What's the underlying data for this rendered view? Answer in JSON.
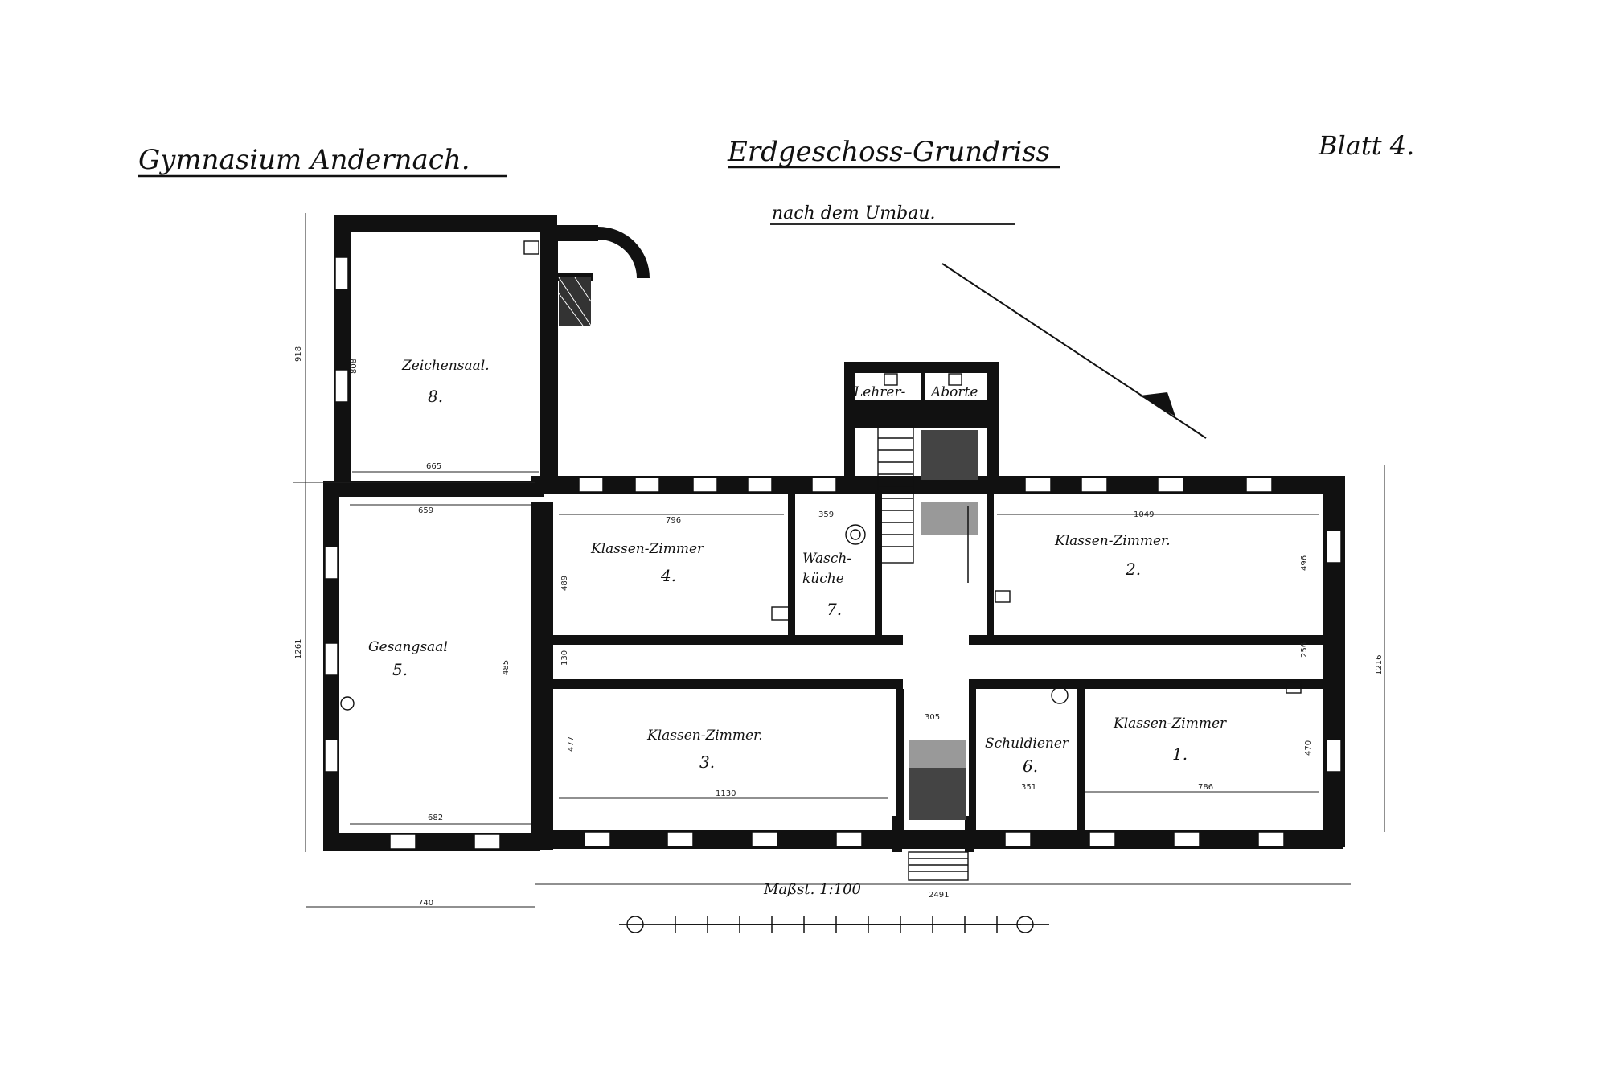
{
  "header": {
    "school": "Gymnasium Andernach.",
    "title": "Erdgeschoss-Grundriss",
    "subtitle": "nach dem Umbau.",
    "sheet": "Blatt 4."
  },
  "rooms": [
    {
      "id": "r1",
      "name": "Klassen-Zimmer",
      "number": "1."
    },
    {
      "id": "r2",
      "name": "Klassen-Zimmer.",
      "number": "2."
    },
    {
      "id": "r3",
      "name": "Klassen-Zimmer.",
      "number": "3."
    },
    {
      "id": "r4",
      "name": "Klassen-Zimmer",
      "number": "4."
    },
    {
      "id": "r5",
      "name": "Gesangsaal",
      "number": "5."
    },
    {
      "id": "r6",
      "name": "Schuldiener",
      "number": "6."
    },
    {
      "id": "r7",
      "name_line1": "Wasch-",
      "name_line2": "küche",
      "number": "7."
    },
    {
      "id": "r8",
      "name": "Zeichensaal.",
      "number": "8."
    }
  ],
  "toilets": {
    "label1": "Lehrer-",
    "label2": "Aborte"
  },
  "dimensions": {
    "zeichensaal_width": "665",
    "zeichensaal_height": "808",
    "gesangsaal_top": "659",
    "gesangsaal_bottom": "682",
    "gesangsaal_height": "485",
    "r4_width": "796",
    "r7_width": "359",
    "r2_width": "1049",
    "r3_width": "1130",
    "r1_width": "786",
    "r6_width": "351",
    "corridor_width": "305",
    "overall_left": "740",
    "overall_right": "2491",
    "left_height_upper": "918",
    "left_height_lower": "1261",
    "right_height": "1216",
    "r1_height": "470",
    "r3_height": "477",
    "r4_height": "489",
    "r2_height": "496",
    "corridor_left": "130",
    "corridor_right": "256"
  },
  "scale": {
    "label": "Maßst. 1:100"
  }
}
